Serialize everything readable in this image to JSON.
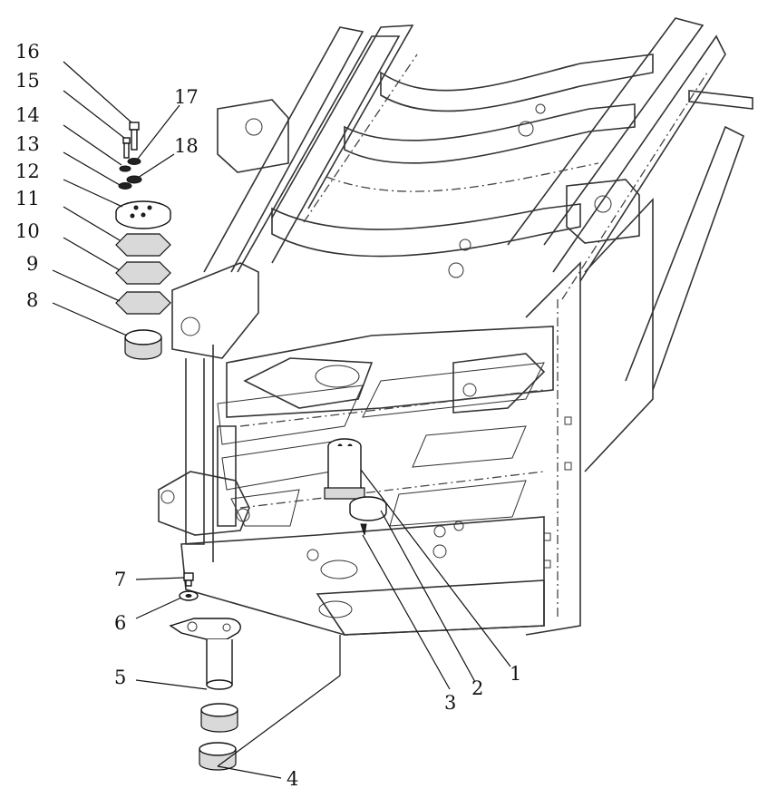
{
  "callouts": [
    {
      "id": "c16",
      "text": "16"
    },
    {
      "id": "c15",
      "text": "15"
    },
    {
      "id": "c14",
      "text": "14"
    },
    {
      "id": "c13",
      "text": "13"
    },
    {
      "id": "c12",
      "text": "12"
    },
    {
      "id": "c11",
      "text": "11"
    },
    {
      "id": "c10",
      "text": "10"
    },
    {
      "id": "c9",
      "text": "9"
    },
    {
      "id": "c8",
      "text": "8"
    },
    {
      "id": "c17",
      "text": "17"
    },
    {
      "id": "c18",
      "text": "18"
    },
    {
      "id": "c7",
      "text": "7"
    },
    {
      "id": "c6",
      "text": "6"
    },
    {
      "id": "c5",
      "text": "5"
    },
    {
      "id": "c4",
      "text": "4"
    },
    {
      "id": "c3",
      "text": "3"
    },
    {
      "id": "c2",
      "text": "2"
    },
    {
      "id": "c1",
      "text": "1"
    }
  ]
}
